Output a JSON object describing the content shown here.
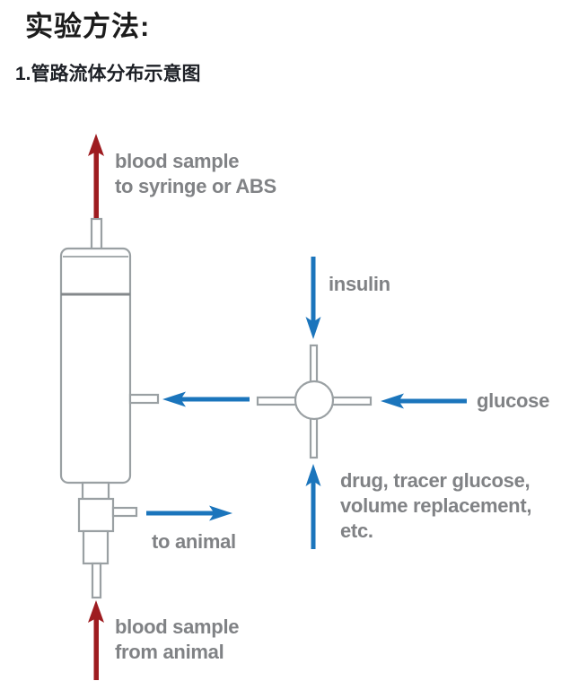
{
  "page": {
    "title": "实验方法:",
    "subtitle": "1.管路流体分布示意图"
  },
  "colors": {
    "blood_red": "#9e1c20",
    "flow_blue": "#1b75bc",
    "label_gray": "#808285",
    "outline_gray": "#9aa0a3",
    "divider_gray": "#84888b"
  },
  "diagram": {
    "labels": {
      "blood_out_line1": "blood sample",
      "blood_out_line2": "to syringe or ABS",
      "insulin": "insulin",
      "glucose": "glucose",
      "drug_line1": "drug, tracer glucose,",
      "drug_line2": "volume replacement,",
      "drug_line3": "etc.",
      "to_animal": "to animal",
      "blood_in_line1": "blood sample",
      "blood_in_line2": "from animal"
    },
    "flows": [
      {
        "name": "blood-out",
        "color": "blood_red",
        "direction": "up",
        "label": "blood sample to syringe or ABS"
      },
      {
        "name": "insulin-in",
        "color": "flow_blue",
        "direction": "down",
        "label": "insulin"
      },
      {
        "name": "glucose-in",
        "color": "flow_blue",
        "direction": "left",
        "label": "glucose"
      },
      {
        "name": "junction-to-column",
        "color": "flow_blue",
        "direction": "left",
        "label": ""
      },
      {
        "name": "drug-in",
        "color": "flow_blue",
        "direction": "up",
        "label": "drug, tracer glucose, volume replacement, etc."
      },
      {
        "name": "to-animal",
        "color": "flow_blue",
        "direction": "right",
        "label": "to animal"
      },
      {
        "name": "blood-in",
        "color": "blood_red",
        "direction": "up",
        "label": "blood sample from animal"
      }
    ]
  }
}
